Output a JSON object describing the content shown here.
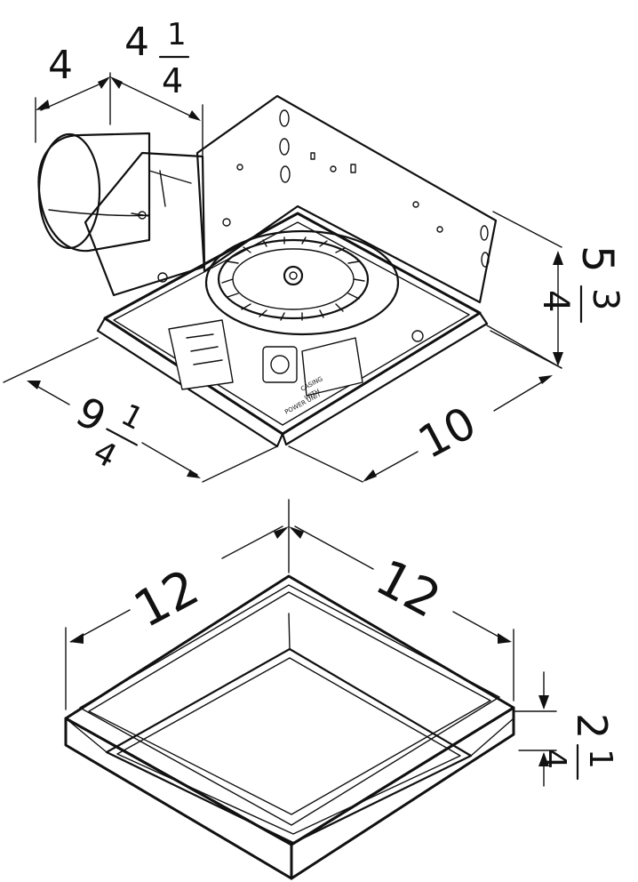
{
  "colors": {
    "ink": "#111111",
    "paper": "#ffffff"
  },
  "housing": {
    "duct_depth": "4",
    "collar_length": {
      "whole": "4",
      "num": "1",
      "den": "4"
    },
    "height": {
      "whole": "5",
      "num": "3",
      "den": "4"
    },
    "width": {
      "whole": "9",
      "num": "1",
      "den": "4"
    },
    "length": "10",
    "label_lines": [
      "CASING",
      "WITH",
      "POWER UNIT"
    ]
  },
  "grille": {
    "width_left": "12",
    "width_right": "12",
    "height": {
      "whole": "2",
      "num": "1",
      "den": "4"
    }
  }
}
